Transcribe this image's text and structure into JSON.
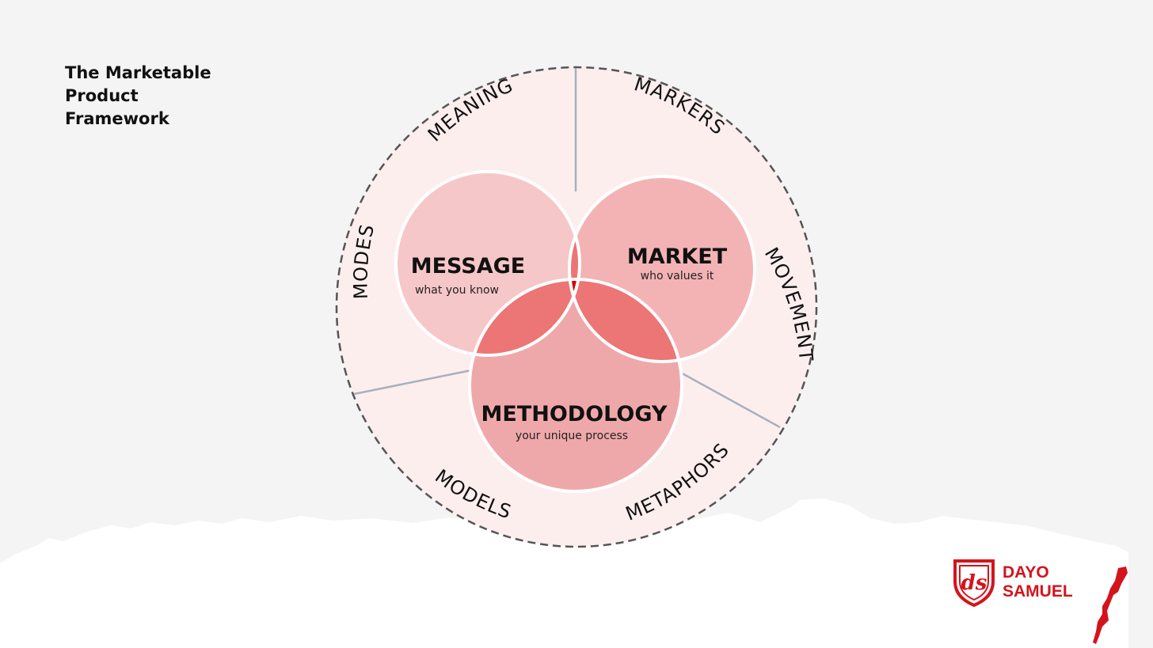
{
  "title_lines": [
    "The Marketable",
    "Product",
    "Framework"
  ],
  "colors": {
    "background": "#f4f4f4",
    "outer_ring_fill": "#fdeeee",
    "message_circle": "#f6c7c8",
    "market_circle": "#f3b3b5",
    "methodology_circle": "#efa8aa",
    "pair_overlap": "#ec7575",
    "center_overlap": "#d60000",
    "brand_red": "#d4141c"
  },
  "circles": {
    "message": {
      "name": "MESSAGE",
      "subtitle": "what you know"
    },
    "market": {
      "name": "MARKET",
      "subtitle": "who values it"
    },
    "methodology": {
      "name": "METHODOLOGY",
      "subtitle": "your unique process"
    }
  },
  "ring_words": {
    "meaning": "MEANING",
    "markers": "MARKERS",
    "movement": "MOVEMENT",
    "metaphors": "METAPHORS",
    "models": "MODELS",
    "modes": "MODES"
  },
  "brand": {
    "logo_icon": "ds-shield-logo-icon",
    "name_lines": [
      "DAYO",
      "SAMUEL"
    ]
  }
}
